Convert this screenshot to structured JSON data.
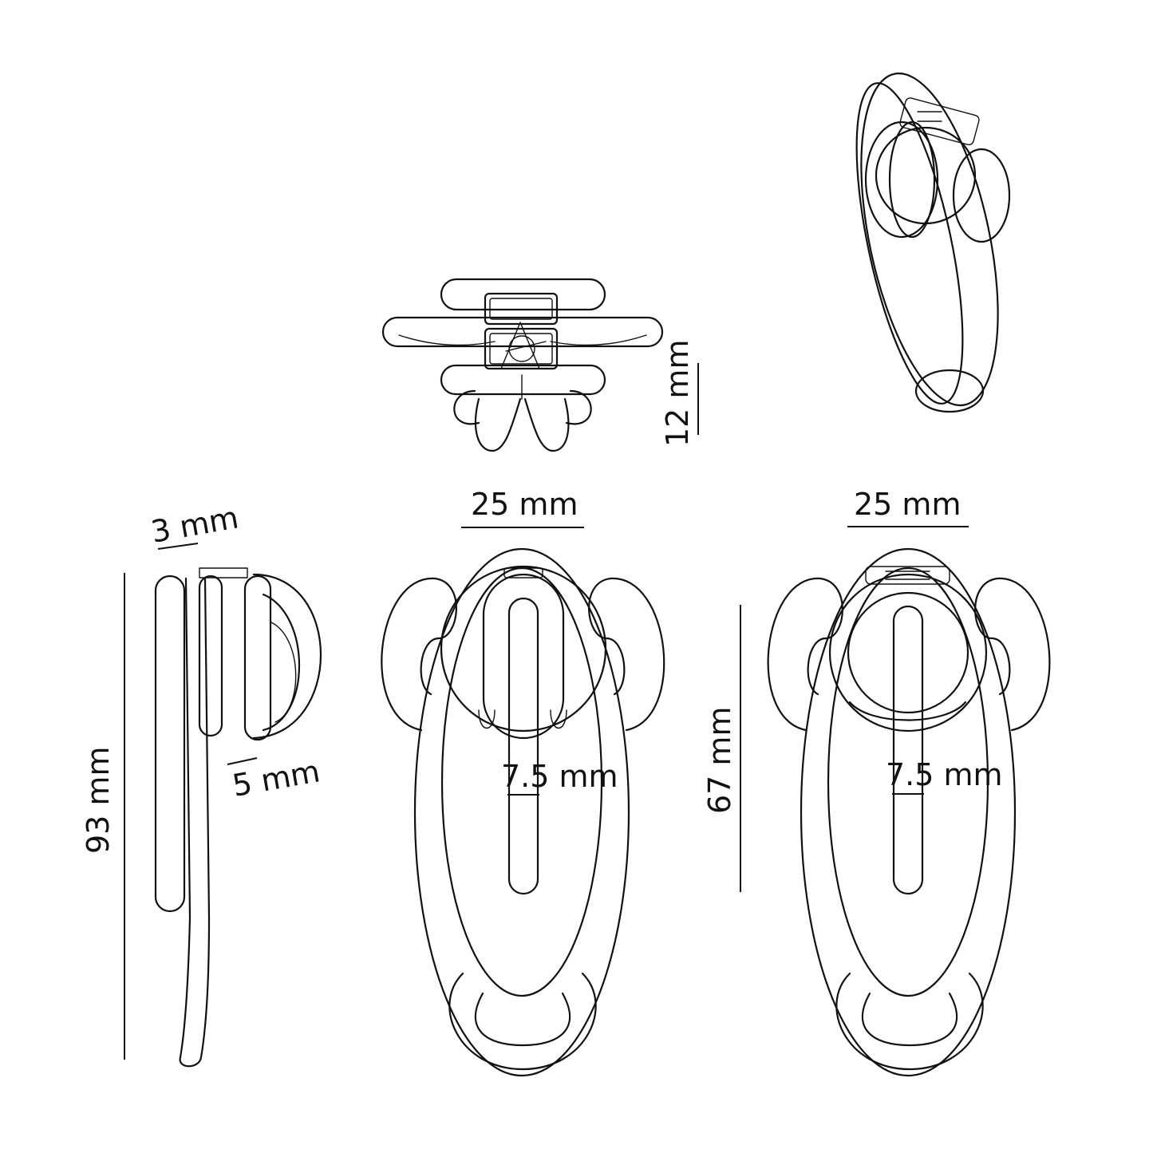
{
  "dimensions": {
    "top_height": "12 mm",
    "front_width": "25 mm",
    "back_width": "25 mm",
    "side_depth_top": "3 mm",
    "side_depth_bottom": "5 mm",
    "total_length": "93 mm",
    "front_gap": "7.5 mm",
    "back_gap": "7.5 mm",
    "back_length": "67 mm"
  },
  "colors": {
    "stroke": "#111111",
    "background": "#ffffff"
  },
  "icons": {
    "logo": "anarchy-symbol-icon"
  }
}
